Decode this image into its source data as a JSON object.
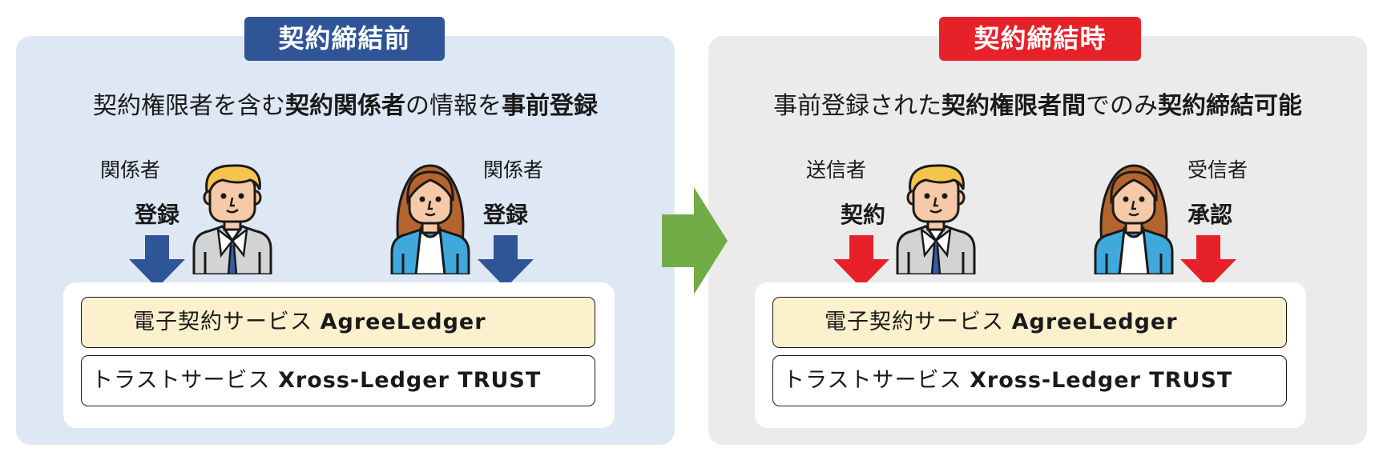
{
  "colors": {
    "before_badge": "#2f5597",
    "during_badge": "#e62129",
    "blue_arrow": "#2f5597",
    "red_arrow": "#e62129",
    "transition_arrow": "#70ad47",
    "left_panel_bg": "#dde8f4",
    "right_panel_bg": "#ebebeb",
    "service_highlight": "#fdf0cc"
  },
  "transition_arrow_icon": "right-arrow-icon",
  "before": {
    "badge": "契約締結前",
    "headline": {
      "part1": "契約権限者を含む",
      "part2": "契約関係者",
      "part3": "の情報を",
      "part4": "事前登録"
    },
    "man": {
      "role": "関係者",
      "action": "登録",
      "icon": "businessman-icon",
      "arrow_icon": "down-arrow-icon"
    },
    "woman": {
      "role": "関係者",
      "action": "登録",
      "icon": "businesswoman-icon",
      "arrow_icon": "down-arrow-icon"
    },
    "services": {
      "agree_prefix": "電子契約サービス",
      "agree_name": "AgreeLedger",
      "trust_prefix": "トラストサービス",
      "trust_name": "Xross-Ledger TRUST"
    }
  },
  "during": {
    "badge": "契約締結時",
    "headline": {
      "part1": "事前登録された",
      "part2": "契約権限者間",
      "part3": "でのみ",
      "part4": "契約締結可能"
    },
    "man": {
      "role": "送信者",
      "action": "契約",
      "icon": "businessman-icon",
      "arrow_icon": "down-arrow-icon"
    },
    "woman": {
      "role": "受信者",
      "action": "承認",
      "icon": "businesswoman-icon",
      "arrow_icon": "down-arrow-icon"
    },
    "services": {
      "agree_prefix": "電子契約サービス",
      "agree_name": "AgreeLedger",
      "trust_prefix": "トラストサービス",
      "trust_name": "Xross-Ledger TRUST"
    }
  }
}
